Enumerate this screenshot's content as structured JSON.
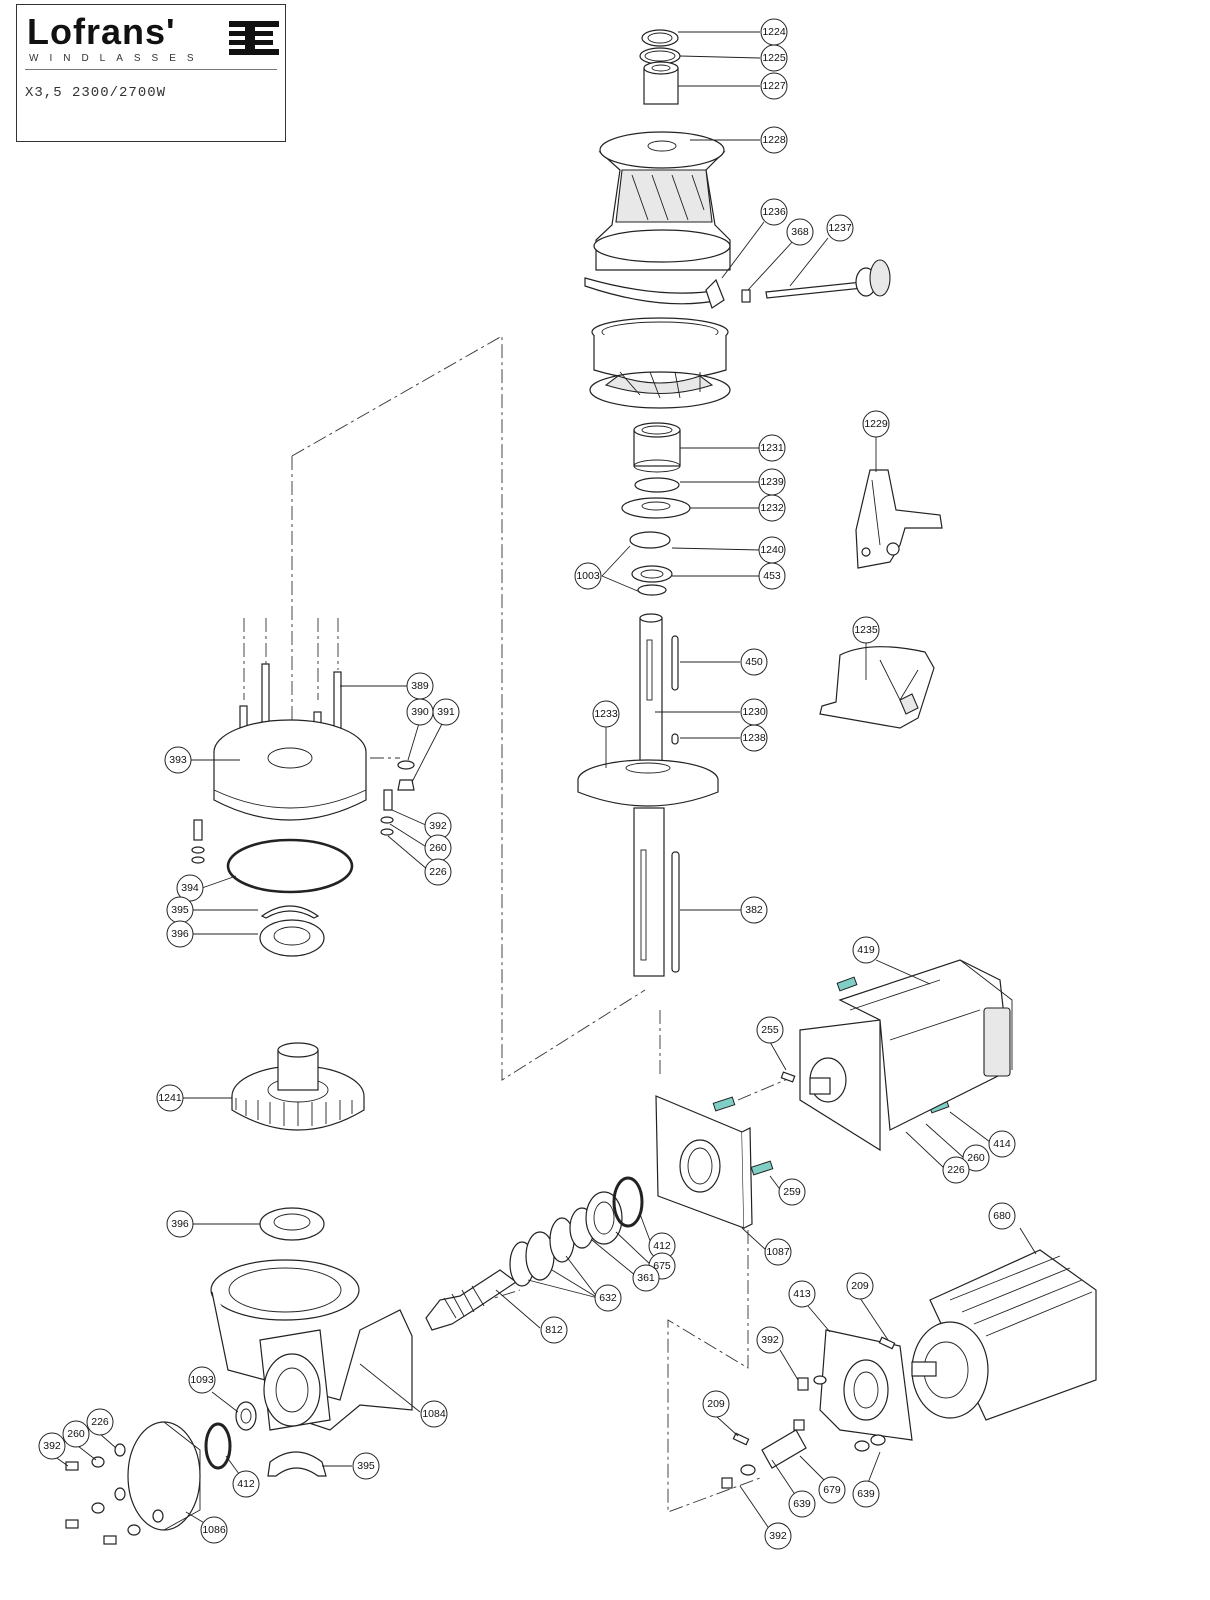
{
  "title_block": {
    "brand": "Lofrans'",
    "brand_sub": "WINDLASSES",
    "model": "X3,5 2300/2700W"
  },
  "callouts": [
    {
      "label": "1224"
    },
    {
      "label": "1225"
    },
    {
      "label": "1227"
    },
    {
      "label": "1228"
    },
    {
      "label": "1236"
    },
    {
      "label": "368"
    },
    {
      "label": "1237"
    },
    {
      "label": "1229"
    },
    {
      "label": "1231"
    },
    {
      "label": "1239"
    },
    {
      "label": "1232"
    },
    {
      "label": "1240"
    },
    {
      "label": "1003"
    },
    {
      "label": "453"
    },
    {
      "label": "1235"
    },
    {
      "label": "450"
    },
    {
      "label": "1233"
    },
    {
      "label": "1230"
    },
    {
      "label": "1238"
    },
    {
      "label": "389"
    },
    {
      "label": "390"
    },
    {
      "label": "391"
    },
    {
      "label": "393"
    },
    {
      "label": "392"
    },
    {
      "label": "260"
    },
    {
      "label": "226"
    },
    {
      "label": "394"
    },
    {
      "label": "395"
    },
    {
      "label": "396"
    },
    {
      "label": "382"
    },
    {
      "label": "419"
    },
    {
      "label": "255"
    },
    {
      "label": "1241"
    },
    {
      "label": "414"
    },
    {
      "label": "260"
    },
    {
      "label": "226"
    },
    {
      "label": "259"
    },
    {
      "label": "396"
    },
    {
      "label": "412"
    },
    {
      "label": "675"
    },
    {
      "label": "361"
    },
    {
      "label": "1087"
    },
    {
      "label": "632"
    },
    {
      "label": "812"
    },
    {
      "label": "680"
    },
    {
      "label": "413"
    },
    {
      "label": "209"
    },
    {
      "label": "1084"
    },
    {
      "label": "392"
    },
    {
      "label": "1093"
    },
    {
      "label": "226"
    },
    {
      "label": "260"
    },
    {
      "label": "392"
    },
    {
      "label": "209"
    },
    {
      "label": "412"
    },
    {
      "label": "395"
    },
    {
      "label": "679"
    },
    {
      "label": "639"
    },
    {
      "label": "639"
    },
    {
      "label": "392"
    },
    {
      "label": "1086"
    }
  ]
}
